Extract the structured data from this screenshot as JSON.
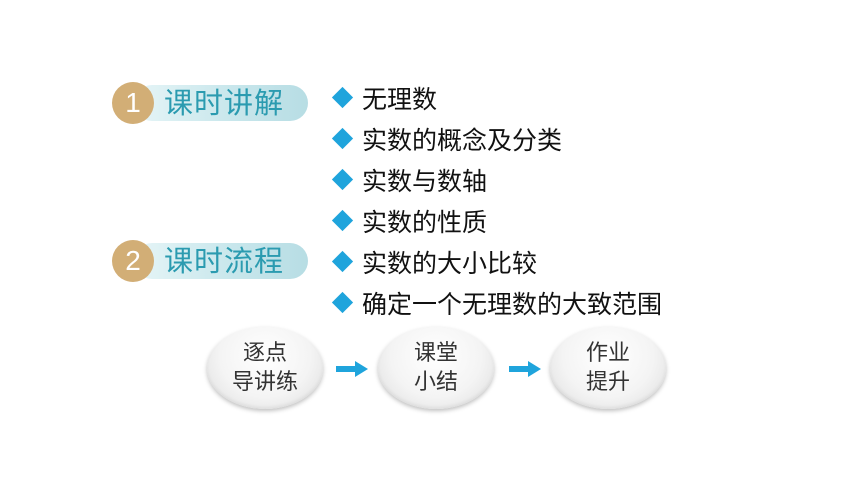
{
  "sections": [
    {
      "number": "1",
      "title": "课时讲解"
    },
    {
      "number": "2",
      "title": "课时流程"
    }
  ],
  "topics": [
    "无理数",
    "实数的概念及分类",
    "实数与数轴",
    "实数的性质",
    "实数的大小比较",
    "确定一个无理数的大致范围"
  ],
  "flow": [
    {
      "line1": "逐点",
      "line2": "导讲练"
    },
    {
      "line1": "课堂",
      "line2": "小结"
    },
    {
      "line1": "作业",
      "line2": "提升"
    }
  ],
  "icons": {
    "bullet": "diamond-icon",
    "flow_arrow": "arrow-right-icon"
  },
  "colors": {
    "circle": "#d2ae76",
    "section_title": "#2b9bb0",
    "bullet": "#1fa4dc",
    "arrow": "#1fa4dc"
  }
}
